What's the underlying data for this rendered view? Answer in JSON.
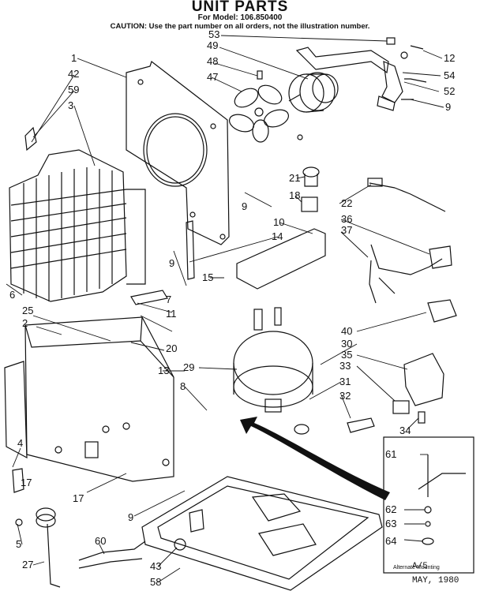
{
  "header": {
    "title": "UNIT PARTS",
    "model": "For Model: 106.850400",
    "caution": "CAUTION: Use the part number on all orders, not the illustration number."
  },
  "inset": {
    "caption": "Alternate Mounting"
  },
  "footer": {
    "page": "A/5",
    "date": "MAY, 1980"
  },
  "callouts": [
    "1",
    "42",
    "59",
    "3",
    "6",
    "25",
    "2",
    "13",
    "8",
    "4",
    "17",
    "17",
    "9",
    "5",
    "27",
    "60",
    "43",
    "58",
    "53",
    "49",
    "48",
    "47",
    "12",
    "54",
    "52",
    "9",
    "21",
    "18",
    "9",
    "10",
    "14",
    "9",
    "15",
    "7",
    "11",
    "20",
    "22",
    "36",
    "37",
    "40",
    "30",
    "35",
    "33",
    "29",
    "31",
    "32",
    "34",
    "61",
    "62",
    "63",
    "64"
  ]
}
